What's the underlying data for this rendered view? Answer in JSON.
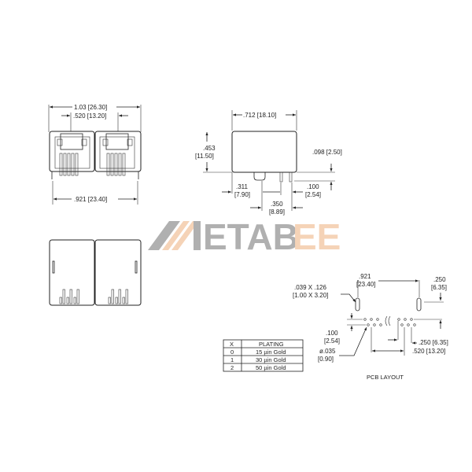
{
  "watermark": {
    "brand": "METABEE",
    "text_main": "ETAB",
    "text_accent": "EE",
    "colors": {
      "gray": "#a8a8a8",
      "accent": "#f4cfb0"
    }
  },
  "front_view": {
    "overall_width": "1.03  [26.30]",
    "port_pitch": ".520  [13.20]",
    "pin_span": ".921  [23.40]"
  },
  "side_view": {
    "length": ".712  [18.10]",
    "height_in": ".453",
    "height_mm": "[11.50]",
    "pin_height": ".098  [2.50]",
    "post_offset_in": ".311",
    "post_offset_mm": "[7.90]",
    "pin_offset_in": ".350",
    "pin_offset_mm": "[8.89]",
    "pin_pitch_in": ".100",
    "pin_pitch_mm": "[2.54]"
  },
  "plating_table": {
    "headers": [
      "X",
      "PLATING"
    ],
    "rows": [
      [
        "0",
        "15 µin Gold"
      ],
      [
        "1",
        "30 µin Gold"
      ],
      [
        "2",
        "50 µin Gold"
      ]
    ]
  },
  "pcb_layout": {
    "title": "PCB  LAYOUT",
    "slot_size_in": ".039  X  .126",
    "slot_size_mm": "[1.00  X  3.20]",
    "slot_span_in": ".921",
    "slot_span_mm": "[23.40]",
    "slot_offset_in": ".250",
    "slot_offset_mm": "[6.35]",
    "row_pitch_in": ".100",
    "row_pitch_mm": "[2.54]",
    "hole_dia_in": "ø.035",
    "hole_dia_mm": "[0.90]",
    "row_offset": ".250  [6.35]",
    "port_pitch": ".520  [13.20]"
  }
}
